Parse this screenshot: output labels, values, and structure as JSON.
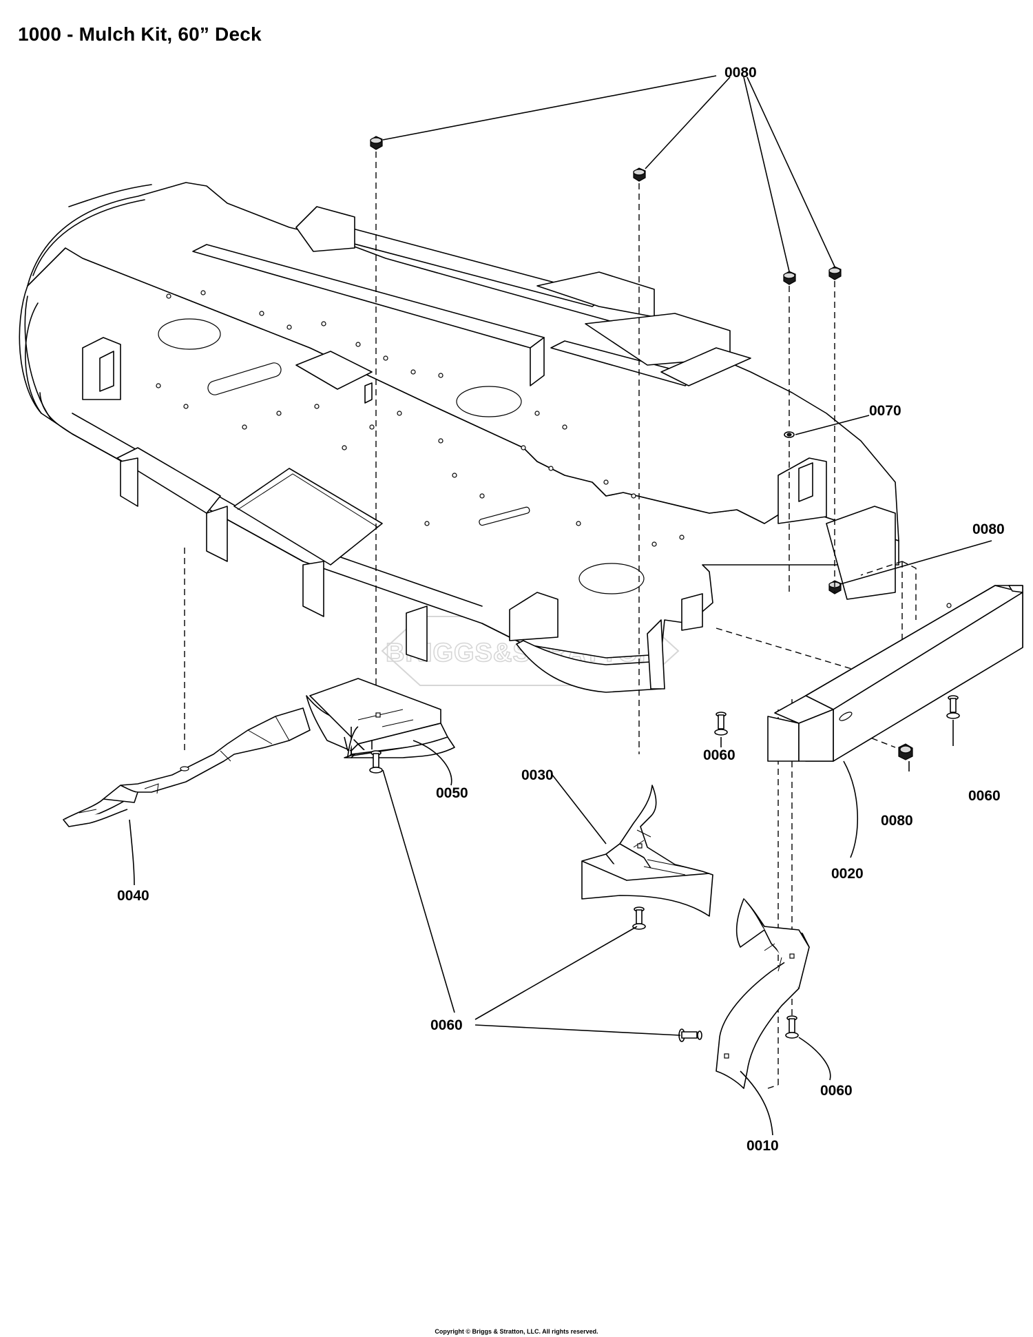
{
  "title": "1000 - Mulch Kit, 60” Deck",
  "copyright": "Copyright © Briggs & Stratton, LLC. All rights reserved.",
  "watermark": "BRIGGS&STRATTON",
  "callouts": {
    "nuts_top": "0080",
    "washer": "0070",
    "nut_right": "0080",
    "bolt_right_a": "0060",
    "bolt_right_b": "0060",
    "nut_lower": "0080",
    "baffle_right": "0020",
    "baffle_left": "0050",
    "baffle_center": "0030",
    "blade": "0040",
    "bolts_bottom": "0060",
    "bolt_lower_right": "0060",
    "baffle_curved": "0010"
  }
}
